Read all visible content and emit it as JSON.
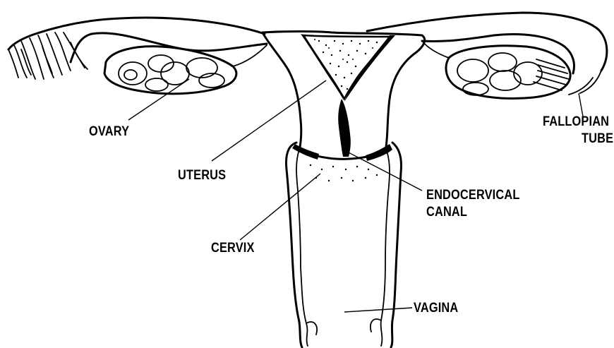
{
  "labels": {
    "ovary": "OVARY",
    "fallopian_tube_line1": "FALLOPIAN",
    "fallopian_tube_line2": "TUBE",
    "uterus": "UTERUS",
    "endocervical_canal_line1": "ENDOCERVICAL",
    "endocervical_canal_line2": "CANAL",
    "cervix": "CERVIX",
    "vagina": "VAGINA"
  },
  "colors": {
    "ink": "#000000",
    "background": "#ffffff"
  }
}
